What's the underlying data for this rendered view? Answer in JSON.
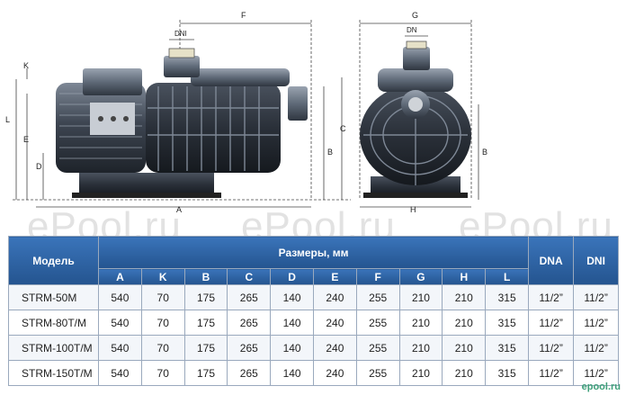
{
  "drawing": {
    "labels": {
      "A": "A",
      "B": "B",
      "C": "C",
      "D": "D",
      "E": "E",
      "F": "F",
      "G": "G",
      "H": "H",
      "K": "K",
      "L": "L",
      "DNI": "DNI",
      "DN": "DN"
    }
  },
  "watermark": {
    "text": "ePool.ru"
  },
  "table": {
    "model_header": "Модель",
    "dims_header": "Размеры, мм",
    "dna_header": "DNA",
    "dni_header": "DNI",
    "dim_columns": [
      "A",
      "K",
      "B",
      "C",
      "D",
      "E",
      "F",
      "G",
      "H",
      "L"
    ],
    "rows": [
      {
        "model": "STRM-50M",
        "values": [
          "540",
          "70",
          "175",
          "265",
          "140",
          "240",
          "255",
          "210",
          "210",
          "315"
        ],
        "dna": "11/2”",
        "dni": "11/2”"
      },
      {
        "model": "STRM-80T/M",
        "values": [
          "540",
          "70",
          "175",
          "265",
          "140",
          "240",
          "255",
          "210",
          "210",
          "315"
        ],
        "dna": "11/2”",
        "dni": "11/2”"
      },
      {
        "model": "STRM-100T/M",
        "values": [
          "540",
          "70",
          "175",
          "265",
          "140",
          "240",
          "255",
          "210",
          "210",
          "315"
        ],
        "dna": "11/2”",
        "dni": "11/2”"
      },
      {
        "model": "STRM-150T/M",
        "values": [
          "540",
          "70",
          "175",
          "265",
          "140",
          "240",
          "255",
          "210",
          "210",
          "315"
        ],
        "dna": "11/2”",
        "dni": "11/2”"
      }
    ]
  },
  "corner_logo": {
    "text": "epool.ru"
  }
}
